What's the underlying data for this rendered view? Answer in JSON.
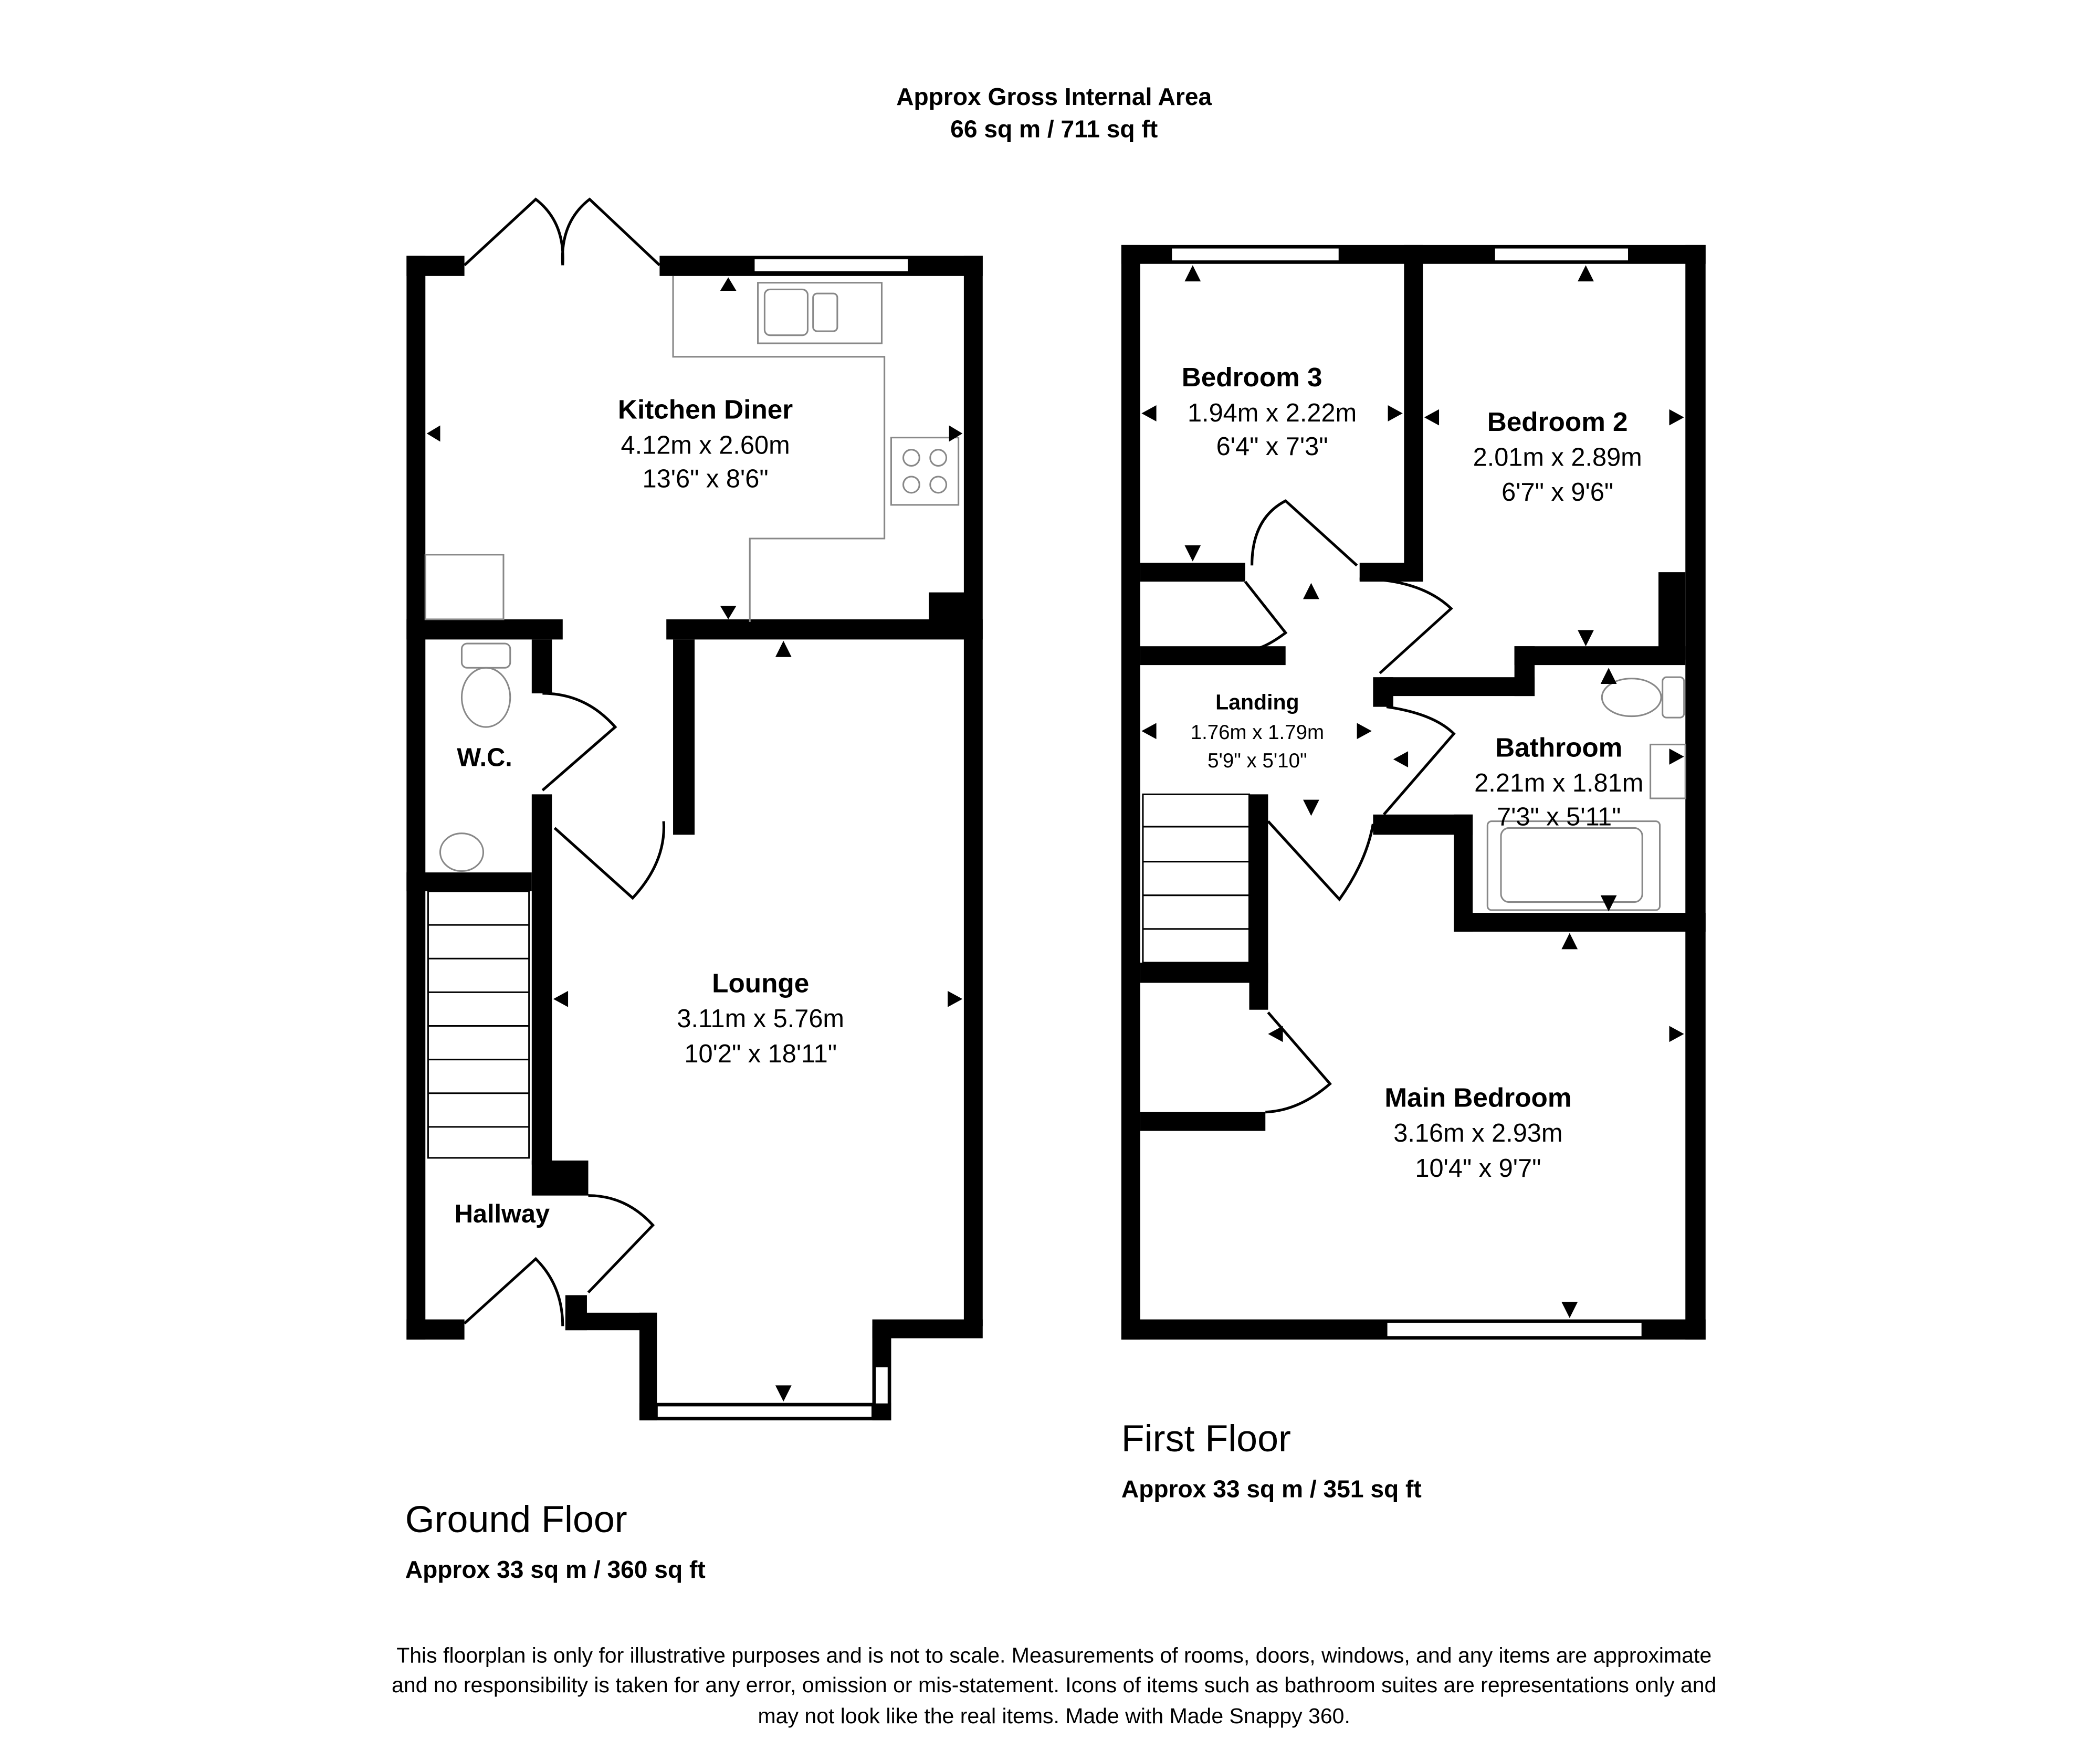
{
  "header": {
    "line1": "Approx Gross Internal Area",
    "line2": "66 sq m / 711 sq ft"
  },
  "ground_floor": {
    "title": "Ground Floor",
    "area": "Approx 33 sq m / 360 sq ft",
    "rooms": [
      {
        "name": "Kitchen Diner",
        "metric": "4.12m x 2.60m",
        "imperial": "13'6\" x 8'6\""
      },
      {
        "name": "Lounge",
        "metric": "3.11m x 5.76m",
        "imperial": "10'2\" x 18'11\""
      },
      {
        "name": "W.C."
      },
      {
        "name": "Hallway"
      }
    ]
  },
  "first_floor": {
    "title": "First Floor",
    "area": "Approx 33 sq m / 351 sq ft",
    "rooms": [
      {
        "name": "Bedroom 3",
        "metric": "1.94m x 2.22m",
        "imperial": "6'4\" x 7'3\""
      },
      {
        "name": "Bedroom 2",
        "metric": "2.01m x 2.89m",
        "imperial": "6'7\" x 9'6\""
      },
      {
        "name": "Landing",
        "metric": "1.76m x 1.79m",
        "imperial": "5'9\" x 5'10\""
      },
      {
        "name": "Bathroom",
        "metric": "2.21m x 1.81m",
        "imperial": "7'3\" x 5'11\""
      },
      {
        "name": "Main Bedroom",
        "metric": "3.16m x 2.93m",
        "imperial": "10'4\" x 9'7\""
      }
    ]
  },
  "disclaimer": [
    "This floorplan is only for illustrative purposes and is not to scale. Measurements of rooms, doors, windows, and any items are approximate",
    "and no responsibility is taken for any error, omission or mis-statement. Icons of items such as bathroom suites are representations only and",
    "may not look like the real items. Made with Made Snappy 360."
  ]
}
